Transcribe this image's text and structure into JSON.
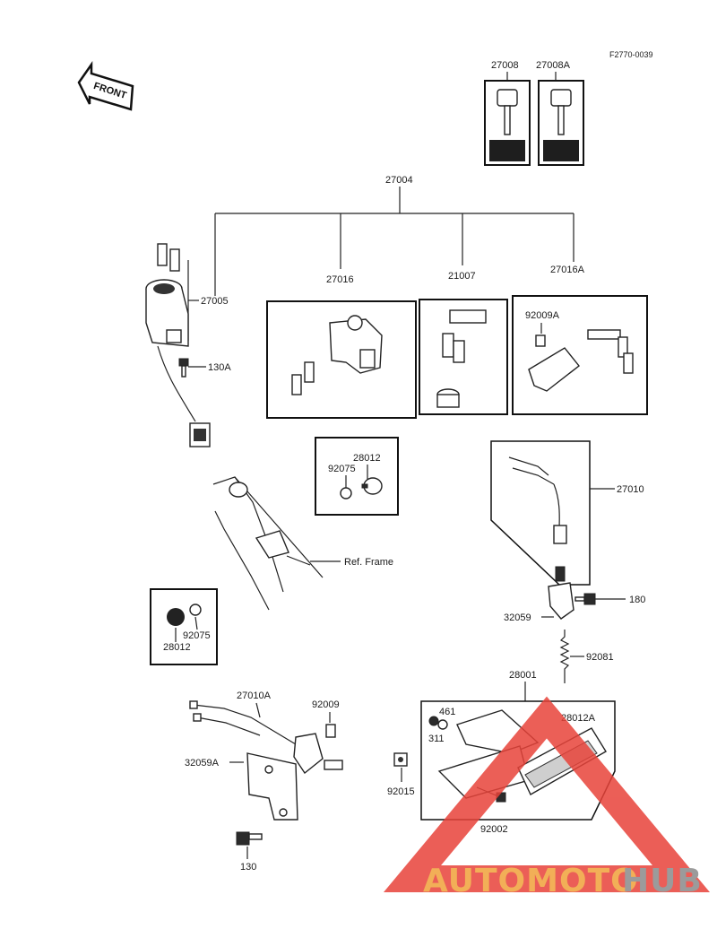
{
  "diagram": {
    "code": "F2770-0039",
    "front_label": "FRONT",
    "ref_frame": "Ref.  Frame",
    "parts": {
      "p27008": "27008",
      "p27008A": "27008A",
      "p27004": "27004",
      "p27005": "27005",
      "p27016": "27016",
      "p21007": "21007",
      "p27016A": "27016A",
      "p92009A": "92009A",
      "p130A": "130A",
      "p28012_top": "28012",
      "p92075_top": "92075",
      "p27010": "27010",
      "p180": "180",
      "p32059": "32059",
      "p92081": "92081",
      "p92075_left": "92075",
      "p28012_left": "28012",
      "p28001": "28001",
      "p27010A": "27010A",
      "p92009": "92009",
      "p461": "461",
      "p311": "311",
      "p28012A": "28012A",
      "p32059A": "32059A",
      "p92015": "92015",
      "p92002": "92002",
      "p130": "130"
    }
  },
  "watermark": {
    "text_a": "AUTOMOTO",
    "text_b": "HUB",
    "color_a": "#f0a23a",
    "color_b": "#8a8a8a",
    "triangle_color": "#e8433a"
  }
}
